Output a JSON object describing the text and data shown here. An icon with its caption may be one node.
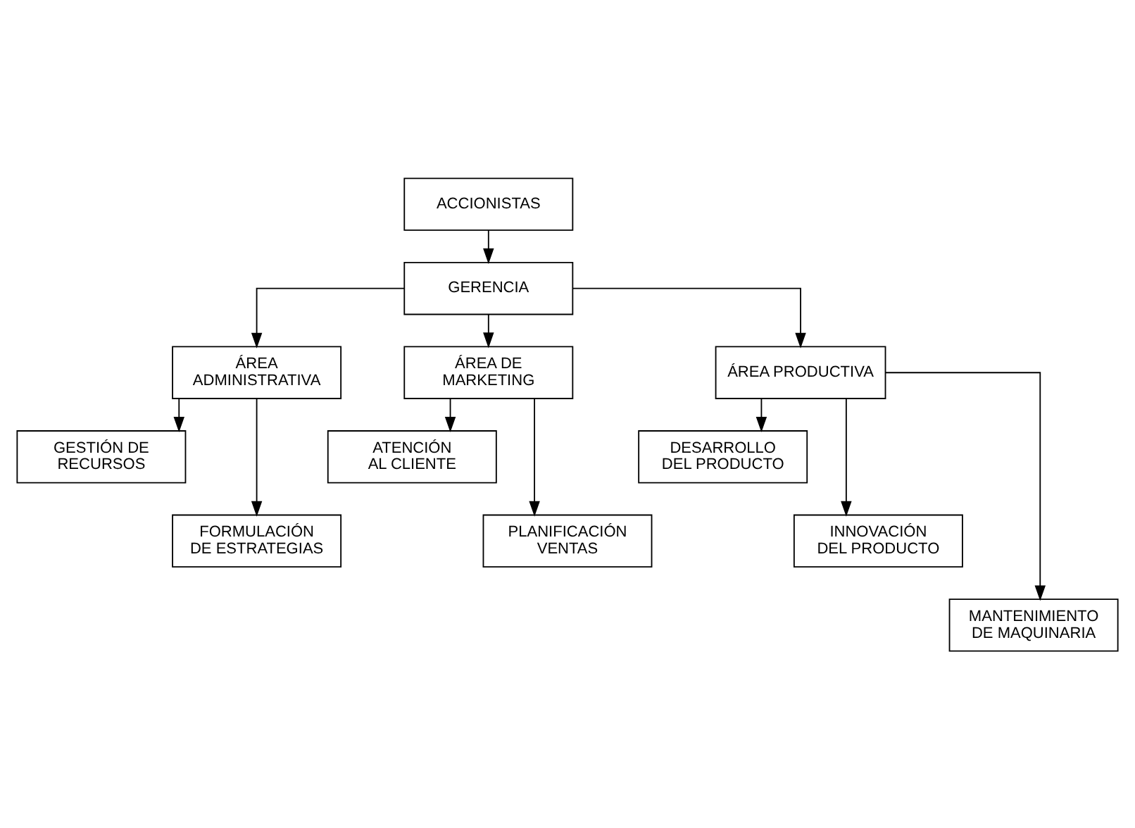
{
  "diagram": {
    "nodes": [
      {
        "text": [
          "ACCIONISTAS"
        ]
      },
      {
        "text": [
          "GERENCIA"
        ]
      },
      {
        "text": [
          "ÁREA ADMINISTRATIVA"
        ]
      },
      {
        "text": [
          "ÁREA DE MARKETING"
        ]
      },
      {
        "text": [
          "ÁREA PRODUCTIVA"
        ]
      },
      {
        "text": [
          "GESTIÓN DE RECURSOS"
        ]
      },
      {
        "text": [
          "ATENCIÓN AL CLIENTE"
        ]
      },
      {
        "text": [
          "DESARROLLO DEL PRODUCTO"
        ]
      },
      {
        "text": [
          "FORMULACIÓN DE ESTRATEGIAS"
        ]
      },
      {
        "text": [
          "PLANIFICACIÓN VENTAS"
        ]
      },
      {
        "text": [
          "INNOVACIÓN DEL PRODUCTO"
        ]
      },
      {
        "text": [
          "MANTENIMIENTO DE MAQUINARIA"
        ]
      }
    ],
    "edges": [
      {
        "from": 0,
        "to": 1,
        "arrow": "to"
      },
      {
        "from": 1,
        "to": 2,
        "arrow": "to"
      },
      {
        "from": 1,
        "to": 3,
        "arrow": "to"
      },
      {
        "from": 1,
        "to": 4,
        "arrow": "to"
      },
      {
        "from": 2,
        "to": 5,
        "arrow": "to"
      },
      {
        "from": 2,
        "to": 8,
        "arrow": "to"
      },
      {
        "from": 3,
        "to": 6,
        "arrow": "to"
      },
      {
        "from": 3,
        "to": 9,
        "arrow": "to"
      },
      {
        "from": 4,
        "to": 7,
        "arrow": "to"
      },
      {
        "from": 4,
        "to": 10,
        "arrow": "to"
      },
      {
        "from": 4,
        "to": 11,
        "arrow": "to"
      }
    ]
  }
}
